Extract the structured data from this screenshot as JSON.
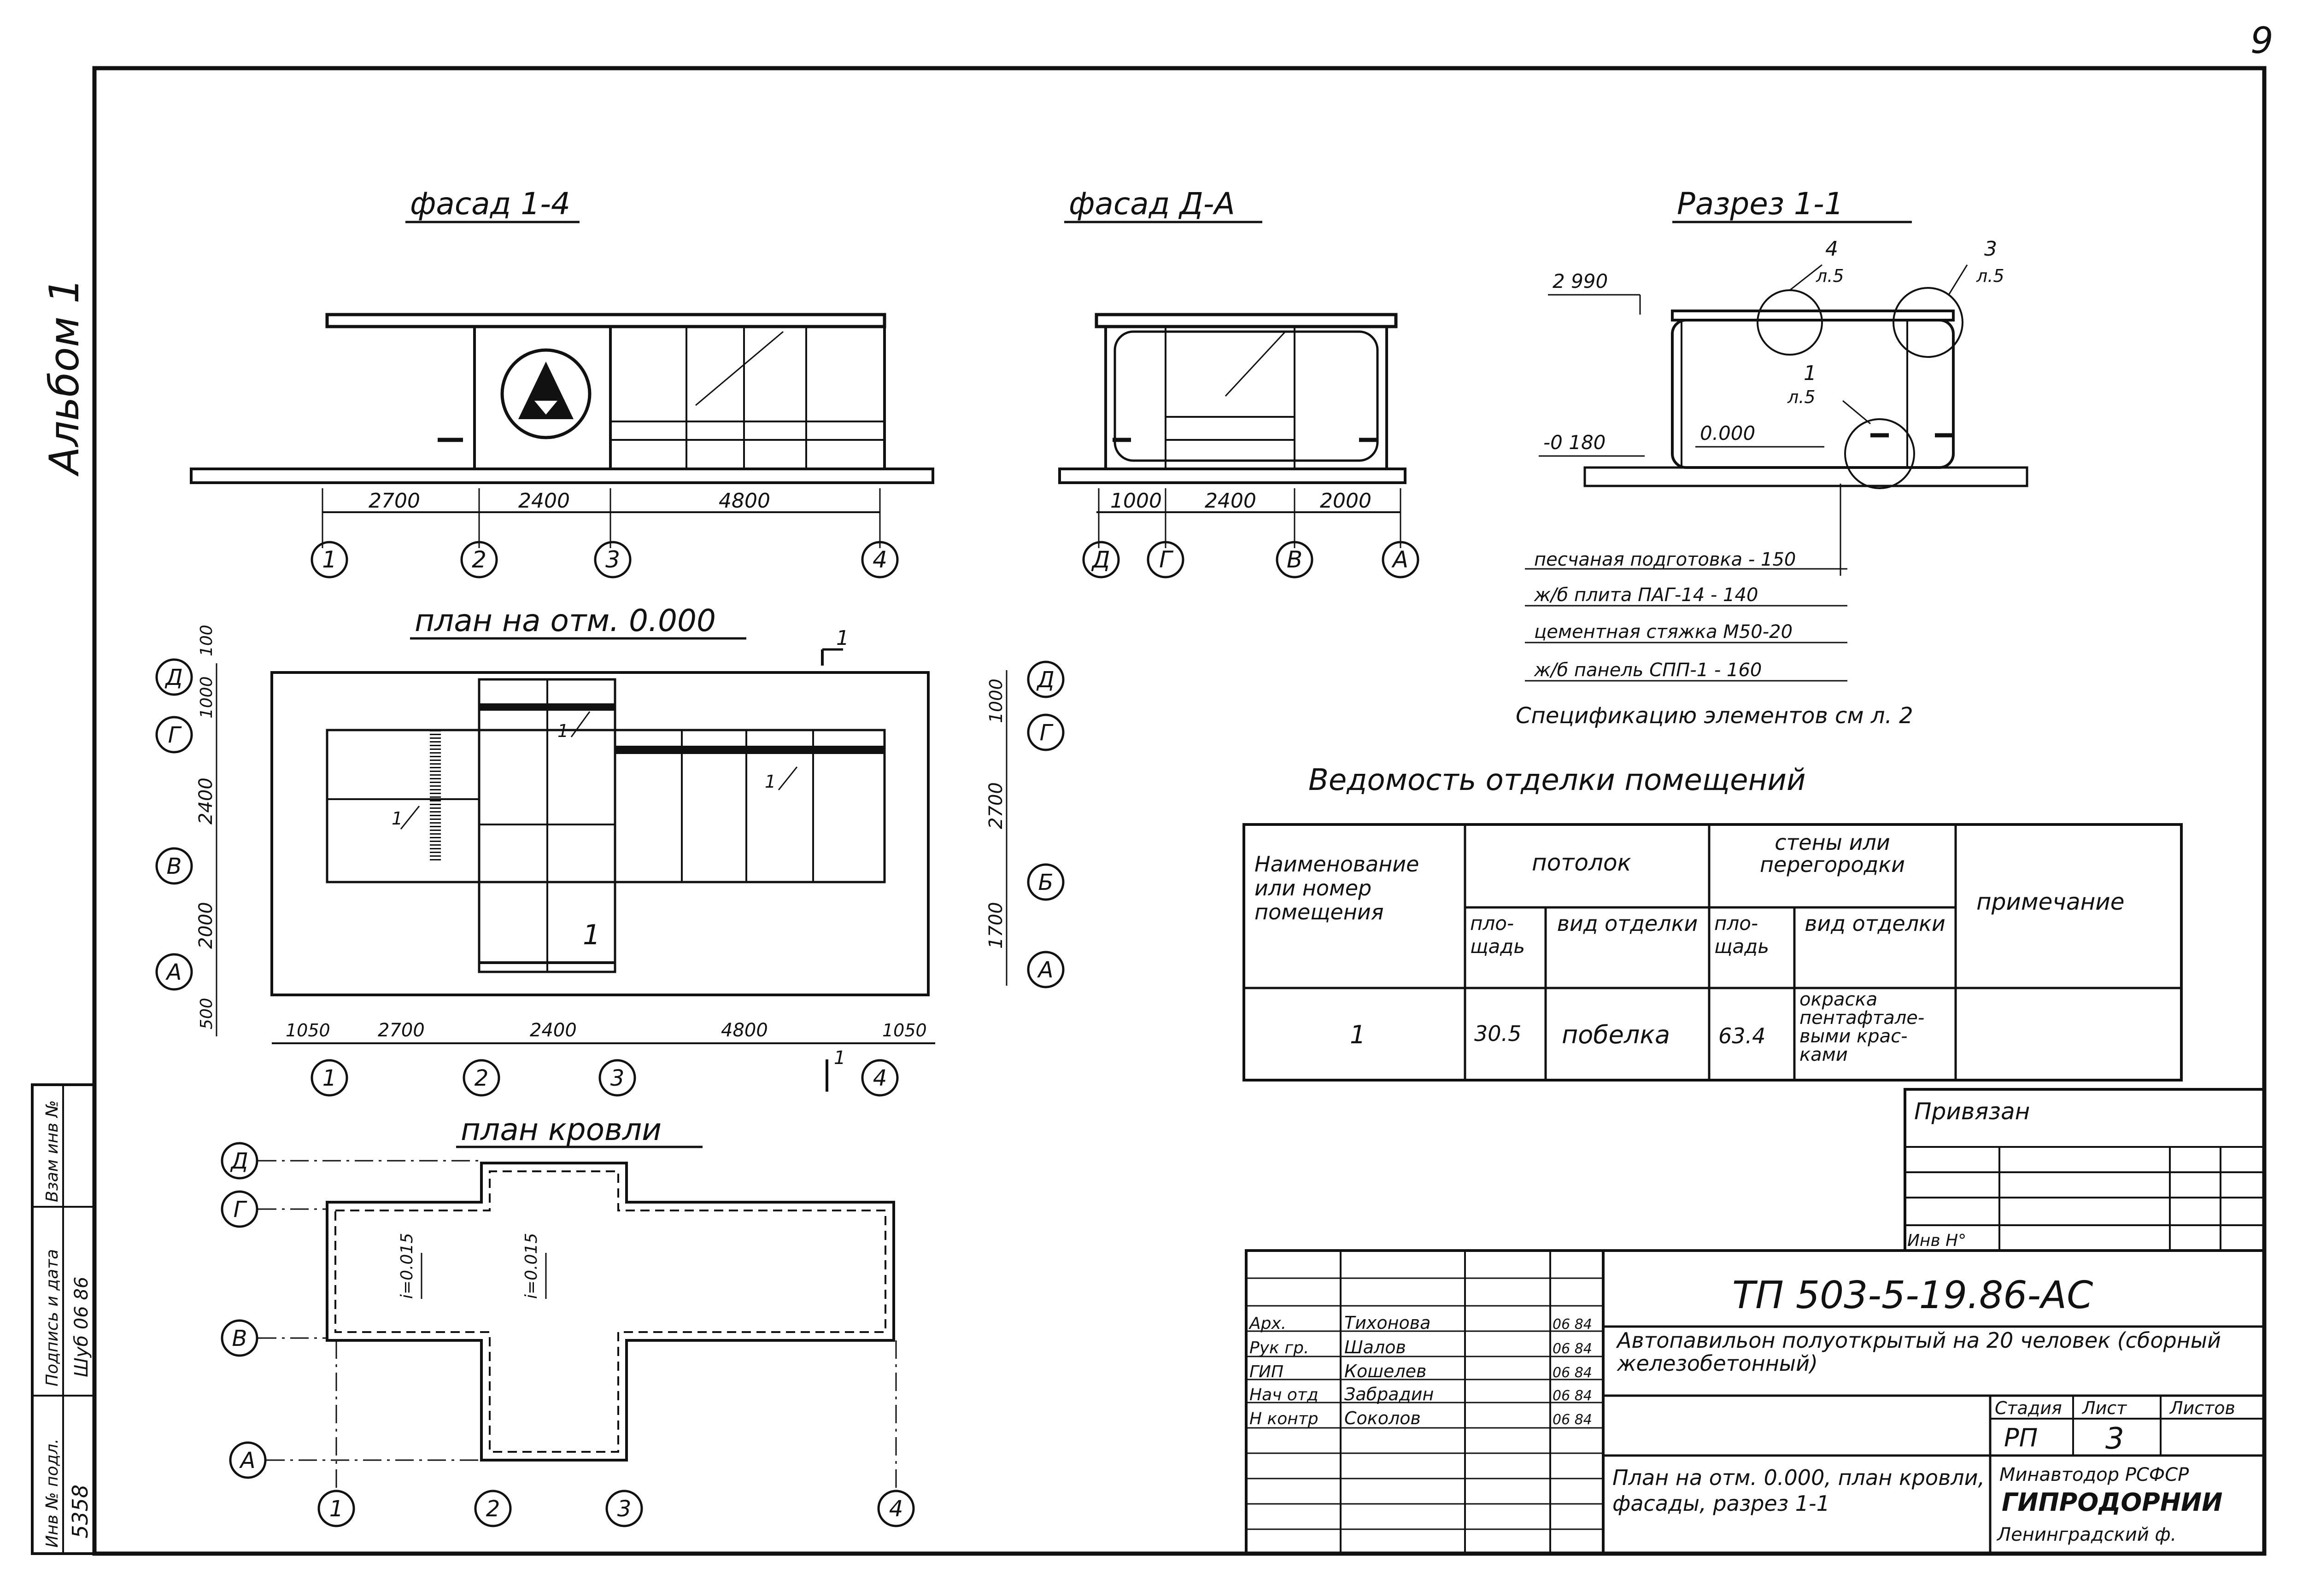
{
  "sheet": {
    "page_number": "9",
    "album": "Альбом 1"
  },
  "views": {
    "facade_1_4": {
      "title": "фасад 1-4",
      "dims": [
        "2700",
        "2400",
        "4800"
      ],
      "axes": [
        "1",
        "2",
        "3",
        "4"
      ]
    },
    "facade_d_a": {
      "title": "фасад Д-А",
      "dims": [
        "1000",
        "2400",
        "2000"
      ],
      "axes": [
        "Д",
        "Г",
        "В",
        "А"
      ]
    },
    "section_1_1": {
      "title": "Разрез 1-1",
      "levels": [
        "2 990",
        "-0 180",
        "0.000"
      ],
      "callouts": [
        {
          "num": "4",
          "sheet": "л.5"
        },
        {
          "num": "3",
          "sheet": "л.5"
        },
        {
          "num": "1",
          "sheet": "л.5"
        }
      ],
      "layers": [
        "песчаная подготовка - 150",
        "ж/б плита ПАГ-14 - 140",
        "цементная стяжка М50-20",
        "ж/б панель СПП-1 - 160"
      ],
      "spec_note": "Спецификацию элементов см л. 2"
    },
    "plan_000": {
      "title": "план на отм. 0.000",
      "section_mark": "1",
      "room_no": "1",
      "callout": "1",
      "left_dims": [
        "100",
        "1000",
        "2400",
        "2000",
        "500"
      ],
      "right_dims": [
        "1000",
        "2700",
        "1700"
      ],
      "bottom_dims": [
        "1050",
        "2700",
        "2400",
        "4800",
        "1050"
      ],
      "axes_bottom": [
        "1",
        "2",
        "3",
        "4"
      ],
      "axes_left": [
        "Д",
        "Г",
        "В",
        "А"
      ],
      "axes_right": [
        "Д",
        "Г",
        "Б",
        "А"
      ]
    },
    "roof_plan": {
      "title": "план кровли",
      "slopes": [
        "i=0.015",
        "i=0.015"
      ],
      "axes_left": [
        "Д",
        "Г",
        "В",
        "А"
      ],
      "axes_bottom": [
        "1",
        "2",
        "3",
        "4"
      ]
    }
  },
  "finish_table": {
    "title": "Ведомость отделки помещений",
    "headers": {
      "room": "Наименование или номер помещения",
      "ceiling": "потолок",
      "walls": "стены или перегородки",
      "note": "примечание",
      "area": "пло- щадь",
      "finish_type": "вид отделки"
    },
    "rows": [
      {
        "room": "1",
        "ceiling_area": "30.5",
        "ceiling_finish": "побелка",
        "walls_area": "63.4",
        "walls_finish": "окраска пентафтале- выми крас- ками",
        "note": ""
      }
    ]
  },
  "binding_box": {
    "label": "Привязан",
    "inv_label": "Инв Н°"
  },
  "left_stamp": {
    "labels": [
      "Инв № подл.",
      "Подпись и дата",
      "Взам инв №"
    ],
    "values": [
      "5358",
      "Шуб 06 86",
      ""
    ]
  },
  "title_block": {
    "doc_code": "ТП 503-5-19.86-АС",
    "title": "Автопавильон полуоткрытый на 20 человек (сборный железобетонный)",
    "sheet_title": "План на отм. 0.000, план кровли, фасады, разрез 1-1",
    "roles": [
      {
        "role": "Арх.",
        "name": "Тихонова",
        "date": "06 84"
      },
      {
        "role": "Рук гр.",
        "name": "Шалов",
        "date": "06 84"
      },
      {
        "role": "ГИП",
        "name": "Кошелев",
        "date": "06 84"
      },
      {
        "role": "Нач отд",
        "name": "Забрадин",
        "date": "06 84"
      },
      {
        "role": "Н контр",
        "name": "Соколов",
        "date": "06 84"
      }
    ],
    "stage_label": "Стадия",
    "sheet_label": "Лист",
    "sheets_label": "Листов",
    "stage": "РП",
    "sheet": "3",
    "sheets": "",
    "org_lines": [
      "Минавтодор РСФСР",
      "ГИПРОДОРНИИ",
      "Ленинградский ф."
    ]
  }
}
